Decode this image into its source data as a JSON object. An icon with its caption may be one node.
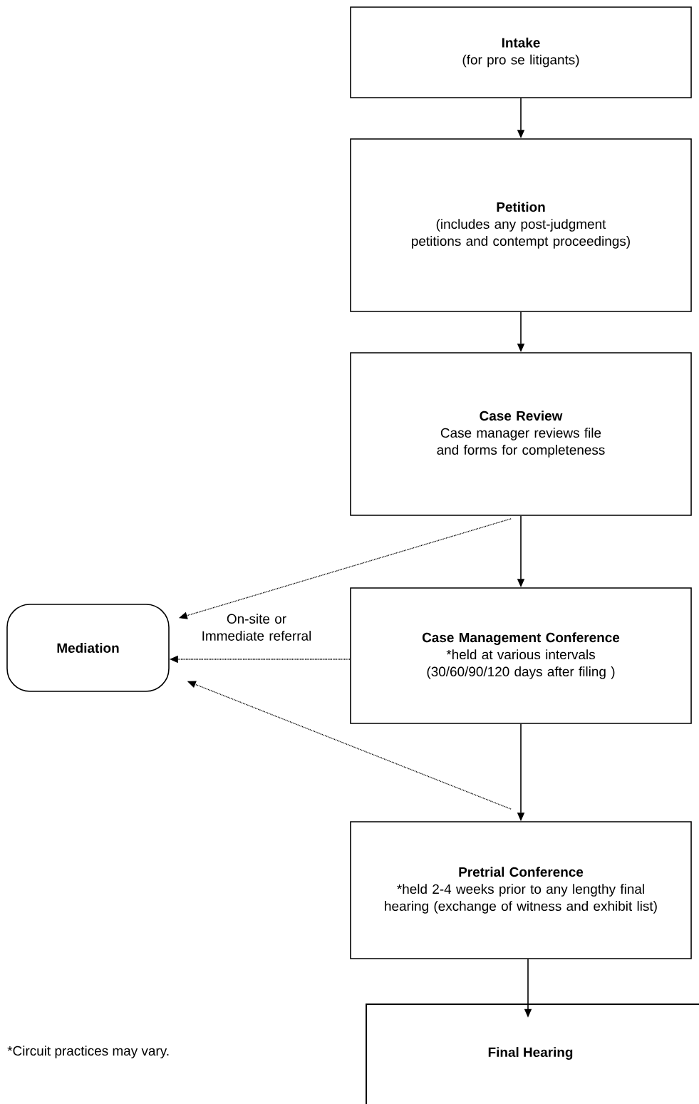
{
  "diagram": {
    "nodes": [
      {
        "text": [
          "Intake",
          "(for pro se litigants)"
        ]
      },
      {
        "text": [
          "Petition",
          "(includes any post-judgment petitions and contempt proceedings)"
        ]
      },
      {
        "text": [
          "Case  Review",
          "Case manager reviews file and forms for completeness"
        ]
      },
      {
        "text": [
          "Case Management Conference",
          "*held at various intervals (30/60/90/120 days after filing )"
        ]
      },
      {
        "text": [
          "Mediation"
        ]
      },
      {
        "text": [
          "Pretrial Conference",
          "*held 2-4 weeks prior to any lengthy final hearing (exchange of witness and exhibit list)"
        ]
      },
      {
        "text": [
          "Final Hearing"
        ]
      }
    ],
    "edges": [
      {
        "from": 0,
        "to": 1,
        "arrow": "to"
      },
      {
        "from": 1,
        "to": 2,
        "arrow": "to"
      },
      {
        "from": 2,
        "to": 3,
        "arrow": "to"
      },
      {
        "from": 3,
        "to": 5,
        "arrow": "to"
      },
      {
        "from": 5,
        "to": 6,
        "arrow": "to"
      },
      {
        "from": 2,
        "to": 4,
        "arrow": "to",
        "style": "dashed"
      },
      {
        "from": 3,
        "to": 4,
        "arrow": "to",
        "style": "dashed",
        "label": "On-site  or Immediate referral"
      },
      {
        "from": 5,
        "to": 4,
        "arrow": "to",
        "style": "dashed"
      }
    ],
    "labels": [
      "*Circuit practices may vary."
    ]
  }
}
